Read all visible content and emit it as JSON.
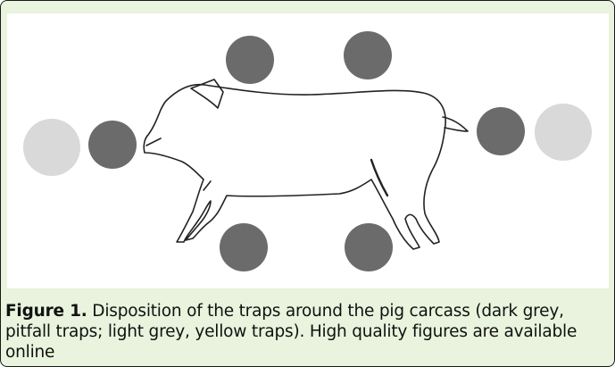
{
  "figure": {
    "label": "Figure 1.",
    "caption": " Disposition of the traps around the pig carcass (dark grey, pitfall traps; light grey, yellow traps). High quality figures are available online"
  },
  "colors": {
    "frame_background": "#e9f3dd",
    "pitfall_trap": "#6b6b6b",
    "yellow_trap": "#d9d9d9",
    "outline": "#222222"
  },
  "traps": {
    "pitfall": {
      "count": 6,
      "legend": "dark grey"
    },
    "yellow": {
      "count": 2,
      "legend": "light grey"
    }
  }
}
